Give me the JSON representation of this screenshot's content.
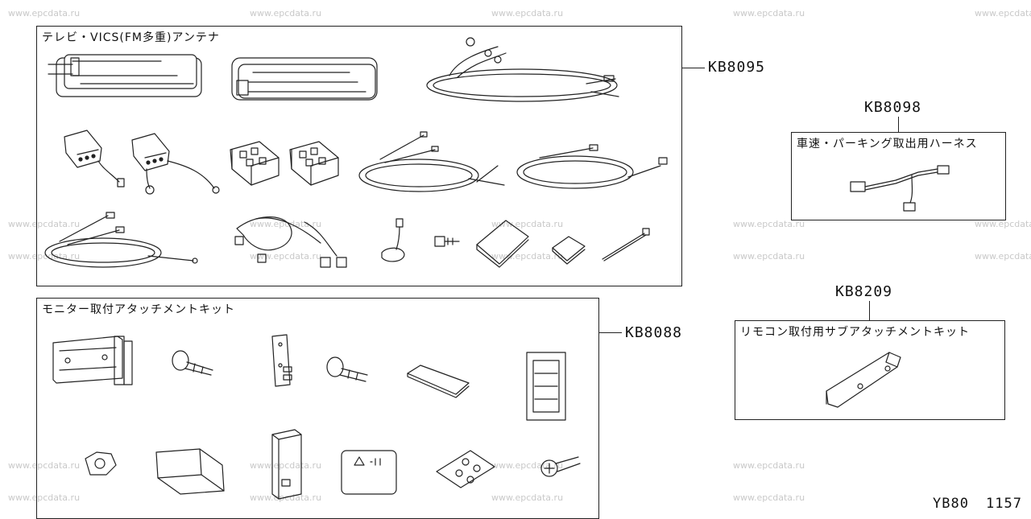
{
  "watermark": "www.epcdata.ru",
  "groups": [
    {
      "id": "kb8095",
      "title": "テレビ・VICS(FM多重)アンテナ",
      "code": "KB8095"
    },
    {
      "id": "kb8098",
      "title": "車速・パーキング取出用ハーネス",
      "code": "KB8098"
    },
    {
      "id": "kb8088",
      "title": "モニター取付アタッチメントキット",
      "code": "KB8088"
    },
    {
      "id": "kb8209",
      "title": "リモコン取付用サブアタッチメントキット",
      "code": "KB8209"
    }
  ],
  "footer": {
    "drawing_id": "YB80",
    "page": "1157"
  },
  "parts": {
    "kb8095": [
      "antenna-film-1",
      "antenna-film-2",
      "antenna-cable-coil-1",
      "amp-connector-1",
      "amp-connector-2",
      "junction-box-1",
      "junction-box-2",
      "antenna-cable-coil-2",
      "antenna-cable-coil-3",
      "antenna-cable-coil-4",
      "harness-clamp-set",
      "ground-wire",
      "screw",
      "cleaning-pad-1",
      "cleaning-pad-2",
      "cable-tie"
    ],
    "kb8098": [
      "vehicle-speed-harness"
    ],
    "kb8088": [
      "monitor-bracket",
      "screw-1",
      "side-bracket",
      "screw-2",
      "double-sided-tape",
      "frame-panel",
      "nut",
      "cover-plate",
      "clip-bracket",
      "caution-label",
      "spacer-pad",
      "screw-3"
    ],
    "kb8209": [
      "remote-mount-bracket"
    ]
  }
}
